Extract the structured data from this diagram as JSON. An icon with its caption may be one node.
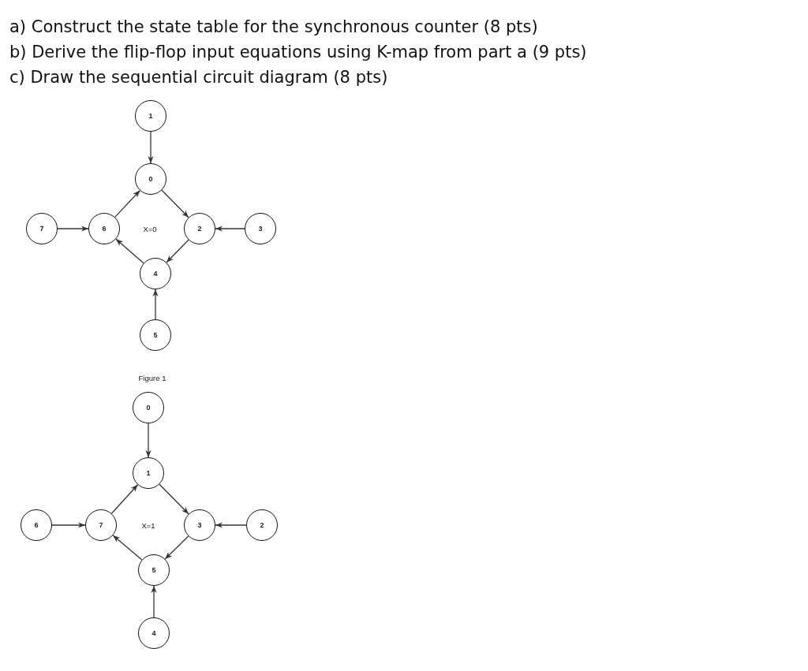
{
  "diagram": {
    "nodes": [
      {
        "text": [
          "1"
        ]
      },
      {
        "text": [
          "0"
        ]
      },
      {
        "text": [
          "7"
        ]
      },
      {
        "text": [
          "6"
        ]
      },
      {
        "text": [
          "2"
        ]
      },
      {
        "text": [
          "3"
        ]
      },
      {
        "text": [
          "4"
        ]
      },
      {
        "text": [
          "5"
        ]
      },
      {
        "text": [
          "0"
        ]
      },
      {
        "text": [
          "1"
        ]
      },
      {
        "text": [
          "6"
        ]
      },
      {
        "text": [
          "7"
        ]
      },
      {
        "text": [
          "3"
        ]
      },
      {
        "text": [
          "2"
        ]
      },
      {
        "text": [
          "5"
        ]
      },
      {
        "text": [
          "4"
        ]
      }
    ],
    "edges": [
      {
        "from": 0,
        "to": 1,
        "arrow": "to"
      },
      {
        "from": 1,
        "to": 4,
        "arrow": "to"
      },
      {
        "from": 4,
        "to": 6,
        "arrow": "to"
      },
      {
        "from": 6,
        "to": 3,
        "arrow": "to"
      },
      {
        "from": 3,
        "to": 1,
        "arrow": "to"
      },
      {
        "from": 2,
        "to": 3,
        "arrow": "to"
      },
      {
        "from": 5,
        "to": 4,
        "arrow": "to"
      },
      {
        "from": 7,
        "to": 6,
        "arrow": "to"
      },
      {
        "from": 8,
        "to": 9,
        "arrow": "to"
      },
      {
        "from": 9,
        "to": 12,
        "arrow": "to"
      },
      {
        "from": 12,
        "to": 14,
        "arrow": "to"
      },
      {
        "from": 14,
        "to": 11,
        "arrow": "to"
      },
      {
        "from": 11,
        "to": 9,
        "arrow": "to"
      },
      {
        "from": 10,
        "to": 11,
        "arrow": "to"
      },
      {
        "from": 13,
        "to": 12,
        "arrow": "to"
      },
      {
        "from": 15,
        "to": 14,
        "arrow": "to"
      }
    ],
    "labels": [
      "a) Construct the state table for the synchronous counter (8 pts)",
      "b) Derive the flip-flop input equations using K-map from part a (9 pts)",
      "c) Draw the sequential circuit diagram (8 pts)",
      "X=0",
      "Figure 1",
      "X=1"
    ]
  }
}
